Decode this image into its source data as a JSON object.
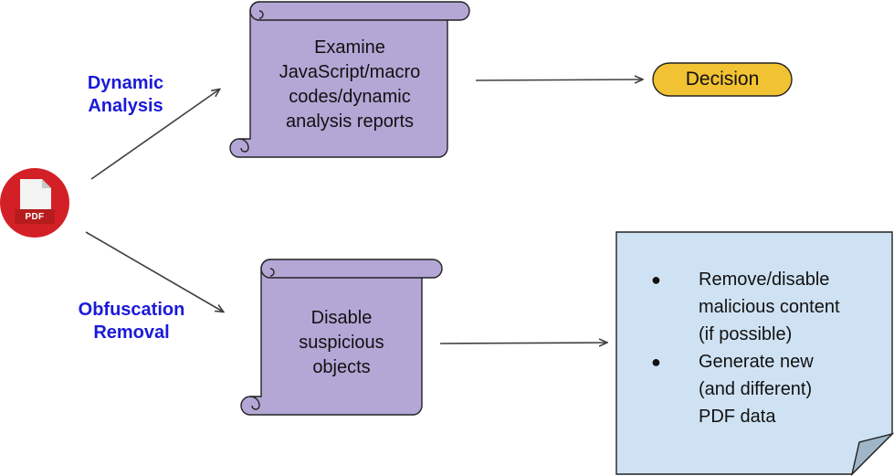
{
  "colors": {
    "scroll_fill": "#b4a7d6",
    "scroll_stroke": "#222222",
    "decision_fill": "#f1c232",
    "note_fill": "#cfe2f3",
    "label_color": "#1a1ad8",
    "arrow": "#404040",
    "pdf_red": "#d32027"
  },
  "pdf_icon": {
    "icon": "pdf-file-icon",
    "text": "PDF"
  },
  "edges": {
    "dynamic_label": [
      "Dynamic",
      "Analysis"
    ],
    "obfuscation_label": [
      "Obfuscation",
      "Removal"
    ]
  },
  "nodes": {
    "examine_box": [
      "Examine",
      "JavaScript/macro",
      "codes/dynamic",
      "analysis reports"
    ],
    "disable_box": [
      "Disable",
      "suspicious",
      "objects"
    ],
    "decision": "Decision",
    "note": {
      "items": [
        {
          "bullet": "●",
          "lines": [
            "Remove/disable",
            "malicious content",
            "(if possible)"
          ]
        },
        {
          "bullet": "●",
          "lines": [
            "Generate new",
            "(and different)",
            "PDF data"
          ]
        }
      ]
    }
  }
}
